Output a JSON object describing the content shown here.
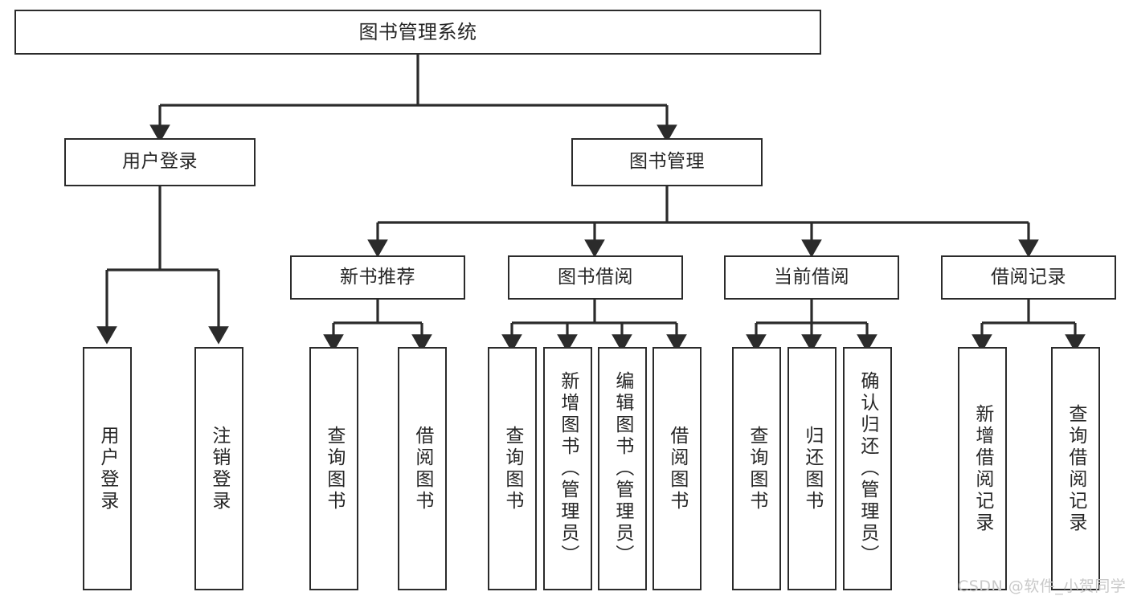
{
  "diagram": {
    "type": "tree-hierarchy-chart",
    "title": "图书管理系统",
    "line_color": "#2b2b2b",
    "box_fill": "#ffffff",
    "text_color": "#262626",
    "watermark_color": "#c9c9c9",
    "root": {
      "label": "图书管理系统"
    },
    "level2": [
      {
        "label": "用户登录"
      },
      {
        "label": "图书管理"
      }
    ],
    "level3": [
      {
        "label": "新书推荐"
      },
      {
        "label": "图书借阅"
      },
      {
        "label": "当前借阅"
      },
      {
        "label": "借阅记录"
      }
    ],
    "leaves": {
      "user_login": [
        {
          "label": "用户登录"
        },
        {
          "label": "注销登录"
        }
      ],
      "new_book_recommend": [
        {
          "label": "查询图书"
        },
        {
          "label": "借阅图书"
        }
      ],
      "book_borrow": [
        {
          "label": "查询图书"
        },
        {
          "label": "新增图书（管理员）"
        },
        {
          "label": "编辑图书（管理员）"
        },
        {
          "label": "借阅图书"
        }
      ],
      "current_borrow": [
        {
          "label": "查询图书"
        },
        {
          "label": "归还图书"
        },
        {
          "label": "确认归还（管理员）"
        }
      ],
      "borrow_record": [
        {
          "label": "新增借阅记录"
        },
        {
          "label": "查询借阅记录"
        }
      ]
    }
  },
  "watermark": {
    "text": "CSDN @软件_小贺同学"
  }
}
